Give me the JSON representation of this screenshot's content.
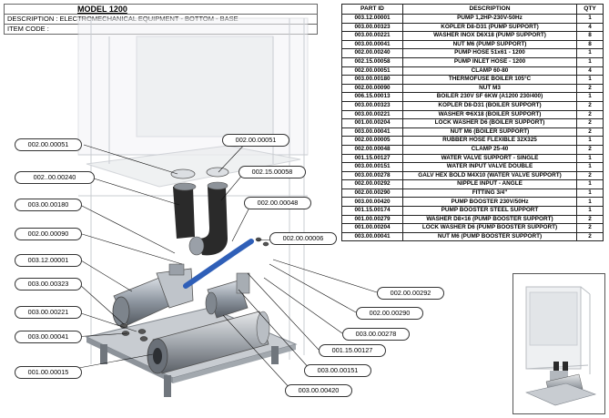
{
  "header": {
    "model": "MODEL 1200",
    "description": "DESCRIPTION :  ELECTROMECHANICAL EQUIPMENT - BOTTOM  - BASE",
    "item_code": "ITEM CODE :"
  },
  "table": {
    "columns": [
      "PART ID",
      "DESCRIPTION",
      "QTY"
    ],
    "rows": [
      {
        "id": "003.12.00001",
        "desc": "PUMP 1,2HP-230V-50Hz",
        "qty": "1"
      },
      {
        "id": "003.00.00323",
        "desc": "KOPLER D8-D31 (PUMP SUPPORT)",
        "qty": "4"
      },
      {
        "id": "003.00.00221",
        "desc": "WASHER INOX D6X18 (PUMP SUPPORT)",
        "qty": "8"
      },
      {
        "id": "003.00.00041",
        "desc": "NUT M6 (PUMP SUPPORT)",
        "qty": "8"
      },
      {
        "id": "002.00.00240",
        "desc": "PUMP HOSE 51x61 - 1200",
        "qty": "1"
      },
      {
        "id": "002.15.00058",
        "desc": "PUMP INLET HOSE - 1200",
        "qty": "1"
      },
      {
        "id": "002.00.00051",
        "desc": "CLAMP 60-80",
        "qty": "4"
      },
      {
        "id": "003.00.00180",
        "desc": "THERMOFUSE BOILER 105°C",
        "qty": "1"
      },
      {
        "id": "002.00.00090",
        "desc": "NUT M3",
        "qty": "2"
      },
      {
        "id": "006.15.00013",
        "desc": "BOILER 230V SF 6KW (A1200 230/400)",
        "qty": "1"
      },
      {
        "id": "003.00.00323",
        "desc": "KOPLER D8-D31 (BOILER SUPPORT)",
        "qty": "2"
      },
      {
        "id": "003.00.00221",
        "desc": "WASHER Φ6X18 (BOILER SUPPORT)",
        "qty": "2"
      },
      {
        "id": "001.00.00204",
        "desc": "LOCK WASHER D6 (BOILER SUPPORT)",
        "qty": "2"
      },
      {
        "id": "003.00.00041",
        "desc": "NUT M6 (BOILER SUPPORT)",
        "qty": "2"
      },
      {
        "id": "002.00.00005",
        "desc": "RUBBER HOSE FLEXIBLE 32X325",
        "qty": "1"
      },
      {
        "id": "002.00.00048",
        "desc": "CLAMP 25-40",
        "qty": "2"
      },
      {
        "id": "001.15.00127",
        "desc": "WATER VALVE SUPPORT - SINGLE",
        "qty": "1"
      },
      {
        "id": "003.00.00151",
        "desc": "WATER INPUT VALVE DOUBLE",
        "qty": "1"
      },
      {
        "id": "003.00.00278",
        "desc": "GALV HEX BOLD M4X10 (WATER VALVE SUPPORT)",
        "qty": "2"
      },
      {
        "id": "002.00.00292",
        "desc": "NIPPLE INPUT - ANGLE",
        "qty": "1"
      },
      {
        "id": "002.00.00290",
        "desc": "FITTING 3/4\"",
        "qty": "1"
      },
      {
        "id": "003.00.00420",
        "desc": "PUMP BOOSTER  230V/50Hz",
        "qty": "1"
      },
      {
        "id": "001.15.00174",
        "desc": "PUMP BOOSTER  STEEL SUPPORT",
        "qty": "1"
      },
      {
        "id": "001.00.00279",
        "desc": "WASHER D8×16 (PUMP BOOSTER SUPPORT)",
        "qty": "2"
      },
      {
        "id": "001.00.00204",
        "desc": "LOCK WASHER D6 (PUMP BOOSTER SUPPORT)",
        "qty": "2"
      },
      {
        "id": "003.00.00041",
        "desc": "NUT M6 (PUMP BOOSTER SUPPORT)",
        "qty": "2"
      }
    ]
  },
  "callouts": [
    {
      "key": "c1",
      "text": "002.00.00051"
    },
    {
      "key": "c2",
      "text": "002.00.00051"
    },
    {
      "key": "c3",
      "text": "002..00.00240"
    },
    {
      "key": "c4",
      "text": "002.15.00058"
    },
    {
      "key": "c5",
      "text": "003.00.00180"
    },
    {
      "key": "c6",
      "text": "002.00.00048"
    },
    {
      "key": "c7",
      "text": "002.00.00090"
    },
    {
      "key": "c8",
      "text": "002.00.00006"
    },
    {
      "key": "c9",
      "text": "003.12.00001"
    },
    {
      "key": "c10",
      "text": "003.00.00323"
    },
    {
      "key": "c11",
      "text": "002.00.00292"
    },
    {
      "key": "c12",
      "text": "003.00.00221"
    },
    {
      "key": "c13",
      "text": "002.00.00290"
    },
    {
      "key": "c14",
      "text": "003.00.00041"
    },
    {
      "key": "c15",
      "text": "003.00.00278"
    },
    {
      "key": "c16",
      "text": "001.15.00127"
    },
    {
      "key": "c17",
      "text": "001.00.00015"
    },
    {
      "key": "c18",
      "text": "003.00.00151"
    },
    {
      "key": "c19",
      "text": "003.00.00420"
    }
  ],
  "colors": {
    "frame": "#c9ccd1",
    "metal": "#9aa0a8",
    "hose": "#2a2a2a",
    "blue_hose": "#2f5fb8"
  }
}
